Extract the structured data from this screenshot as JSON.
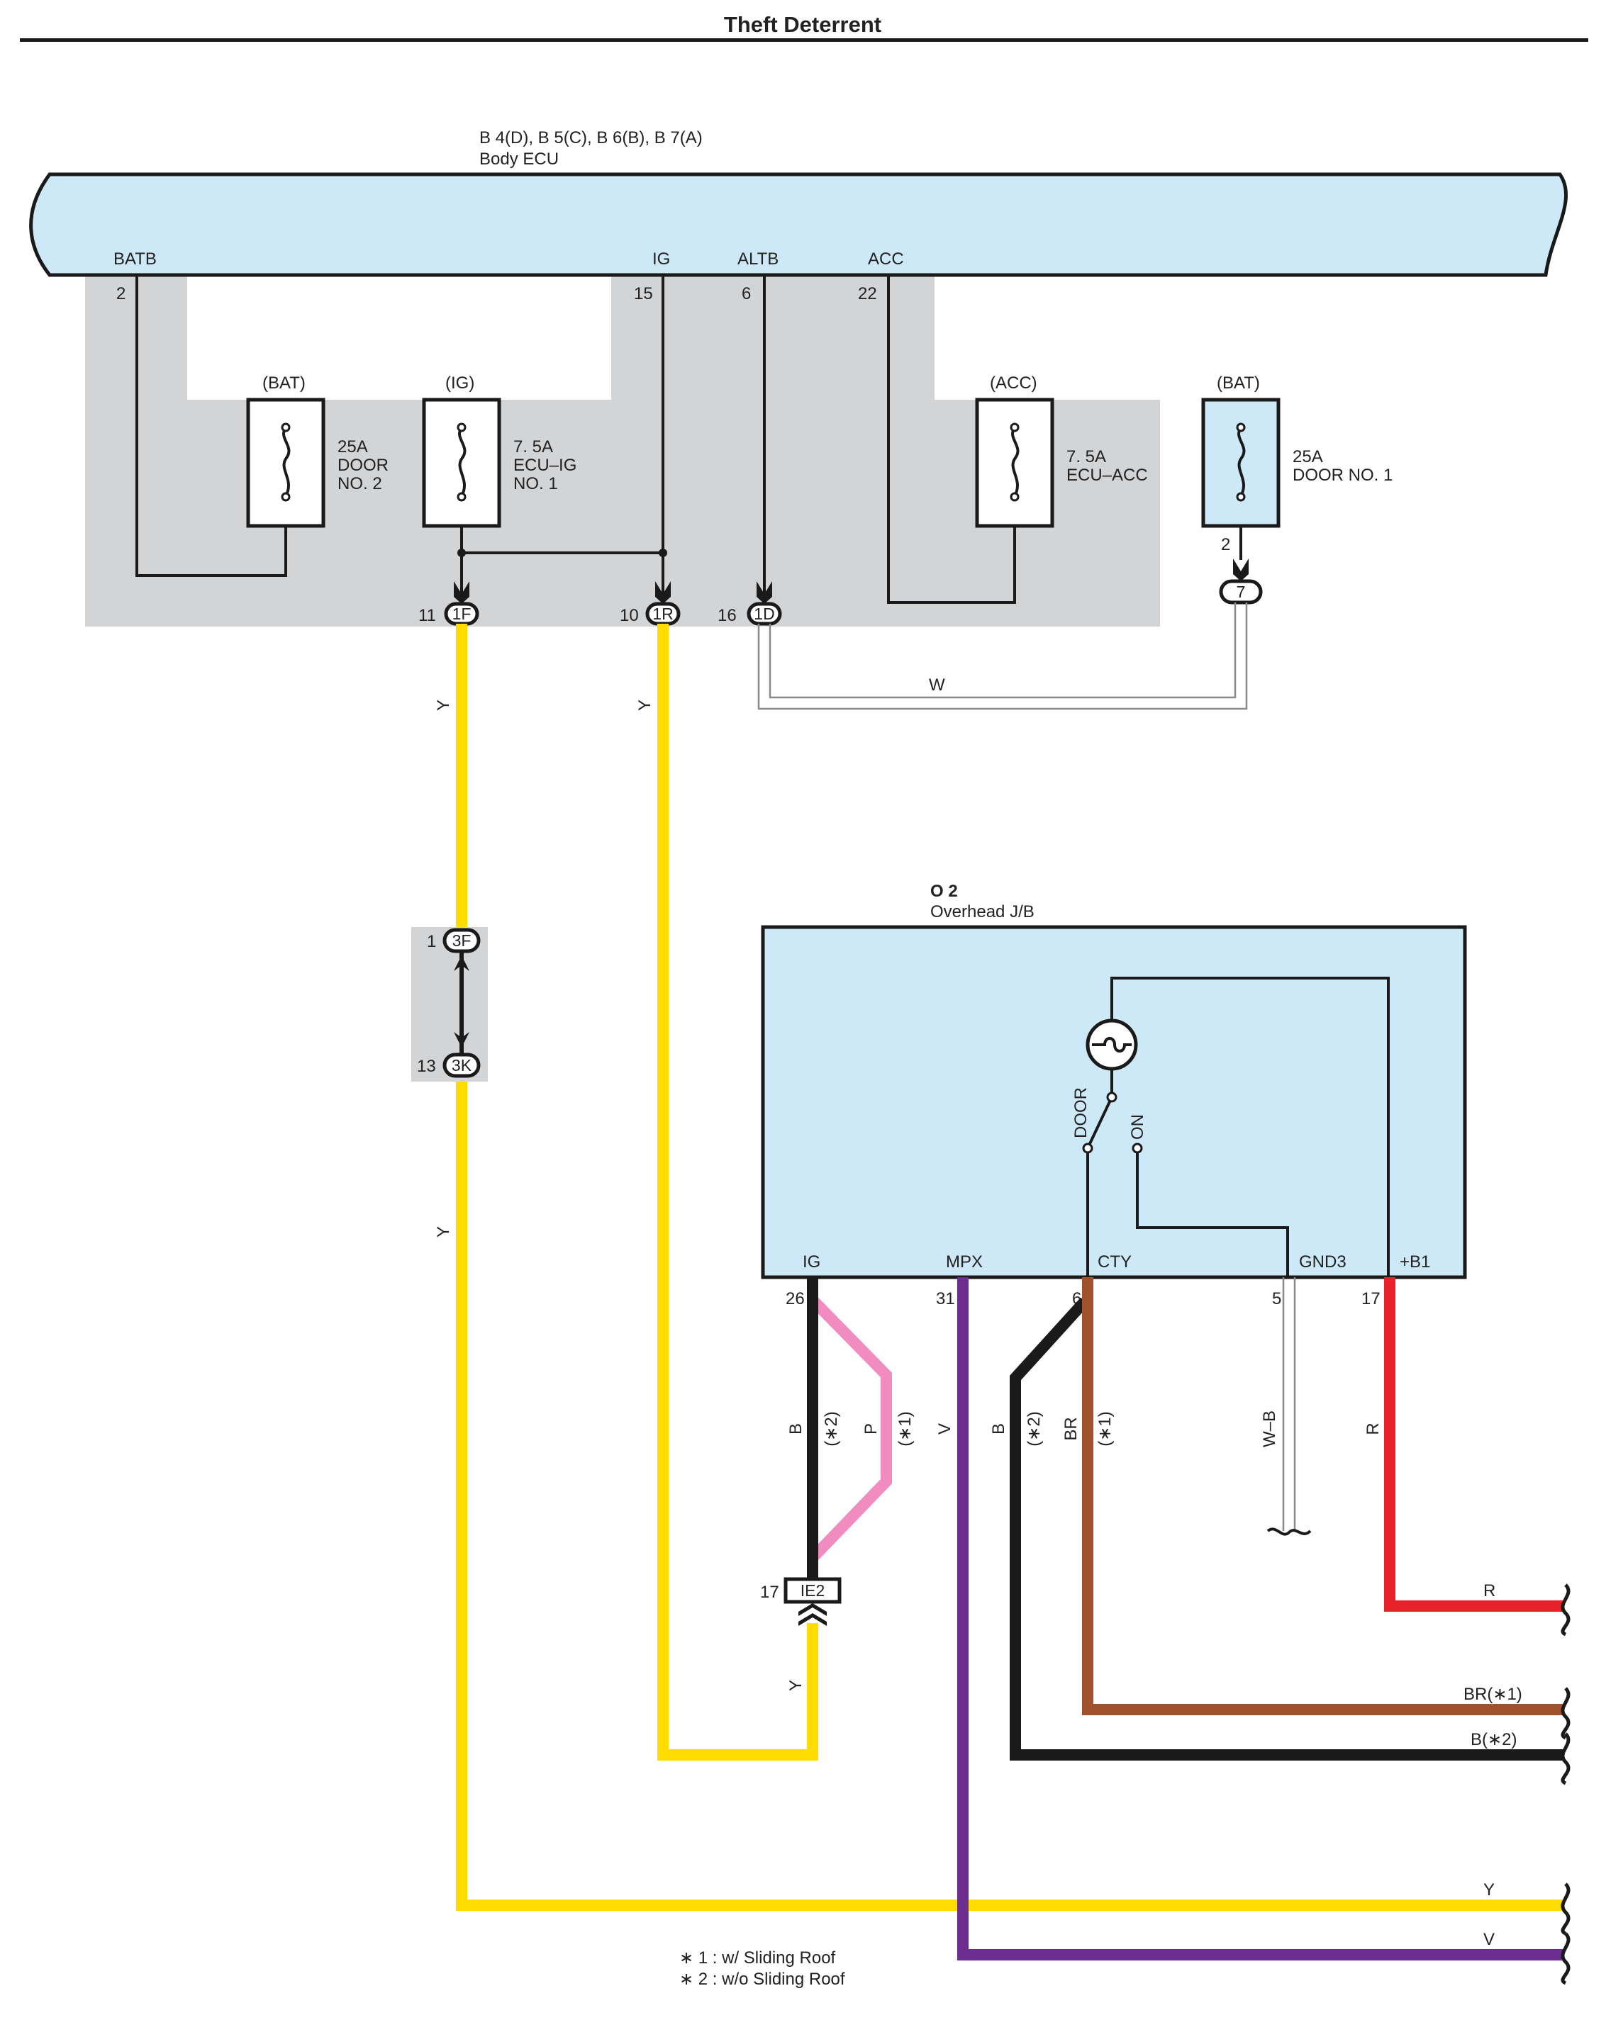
{
  "title": "Theft Deterrent",
  "body_ecu": {
    "connectors": "B 4(D), B 5(C), B 6(B), B 7(A)",
    "name": "Body ECU",
    "terminals": [
      {
        "name": "BATB",
        "pin": "2"
      },
      {
        "name": "IG",
        "pin": "15"
      },
      {
        "name": "ALTB",
        "pin": "6"
      },
      {
        "name": "ACC",
        "pin": "22"
      }
    ]
  },
  "fuses": [
    {
      "source": "(BAT)",
      "rating": "25A",
      "line1": "DOOR",
      "line2": "NO. 2"
    },
    {
      "source": "(IG)",
      "rating": "7. 5A",
      "line1": "ECU–IG",
      "line2": "NO. 1"
    },
    {
      "source": "(ACC)",
      "rating": "7. 5A",
      "line1": "ECU–ACC",
      "line2": ""
    },
    {
      "source": "(BAT)",
      "rating": "25A",
      "line1": "DOOR NO. 1",
      "line2": ""
    }
  ],
  "junction_connectors": [
    {
      "pin": "11",
      "id": "1F"
    },
    {
      "pin": "10",
      "id": "1R"
    },
    {
      "pin": "16",
      "id": "1D"
    },
    {
      "pin": "2",
      "id": "7"
    },
    {
      "pin": "1",
      "id": "3F"
    },
    {
      "pin": "13",
      "id": "3K"
    },
    {
      "pin": "17",
      "id": "IE2"
    }
  ],
  "overhead_jb": {
    "connector": "O 2",
    "name": "Overhead J/B",
    "switch_positions": [
      "DOOR",
      "ON"
    ],
    "terminals": [
      {
        "name": "IG",
        "pin": "26"
      },
      {
        "name": "MPX",
        "pin": "31"
      },
      {
        "name": "CTY",
        "pin": "6"
      },
      {
        "name": "GND3",
        "pin": "5"
      },
      {
        "name": "+B1",
        "pin": "17"
      }
    ]
  },
  "wire_labels": {
    "w": "W",
    "y": "Y",
    "b": "B",
    "p": "P",
    "v": "V",
    "br": "BR",
    "wb": "W–B",
    "r": "R",
    "note1": "(∗2)",
    "note2": "(∗1)"
  },
  "outputs": [
    "R",
    "BR(∗1)",
    "B(∗2)",
    "Y",
    "V"
  ],
  "footnotes": [
    "∗ 1 : w/ Sliding Roof",
    "∗ 2 : w/o Sliding Roof"
  ],
  "colors": {
    "ecu_fill": "#cde9f7",
    "gray_area": "#d3d4d6",
    "yellow": "#ffdd00",
    "pink": "#f08cc0",
    "violet": "#6b2d8f",
    "brown": "#a0522d",
    "red": "#e8202a",
    "black": "#1a1a1a"
  }
}
